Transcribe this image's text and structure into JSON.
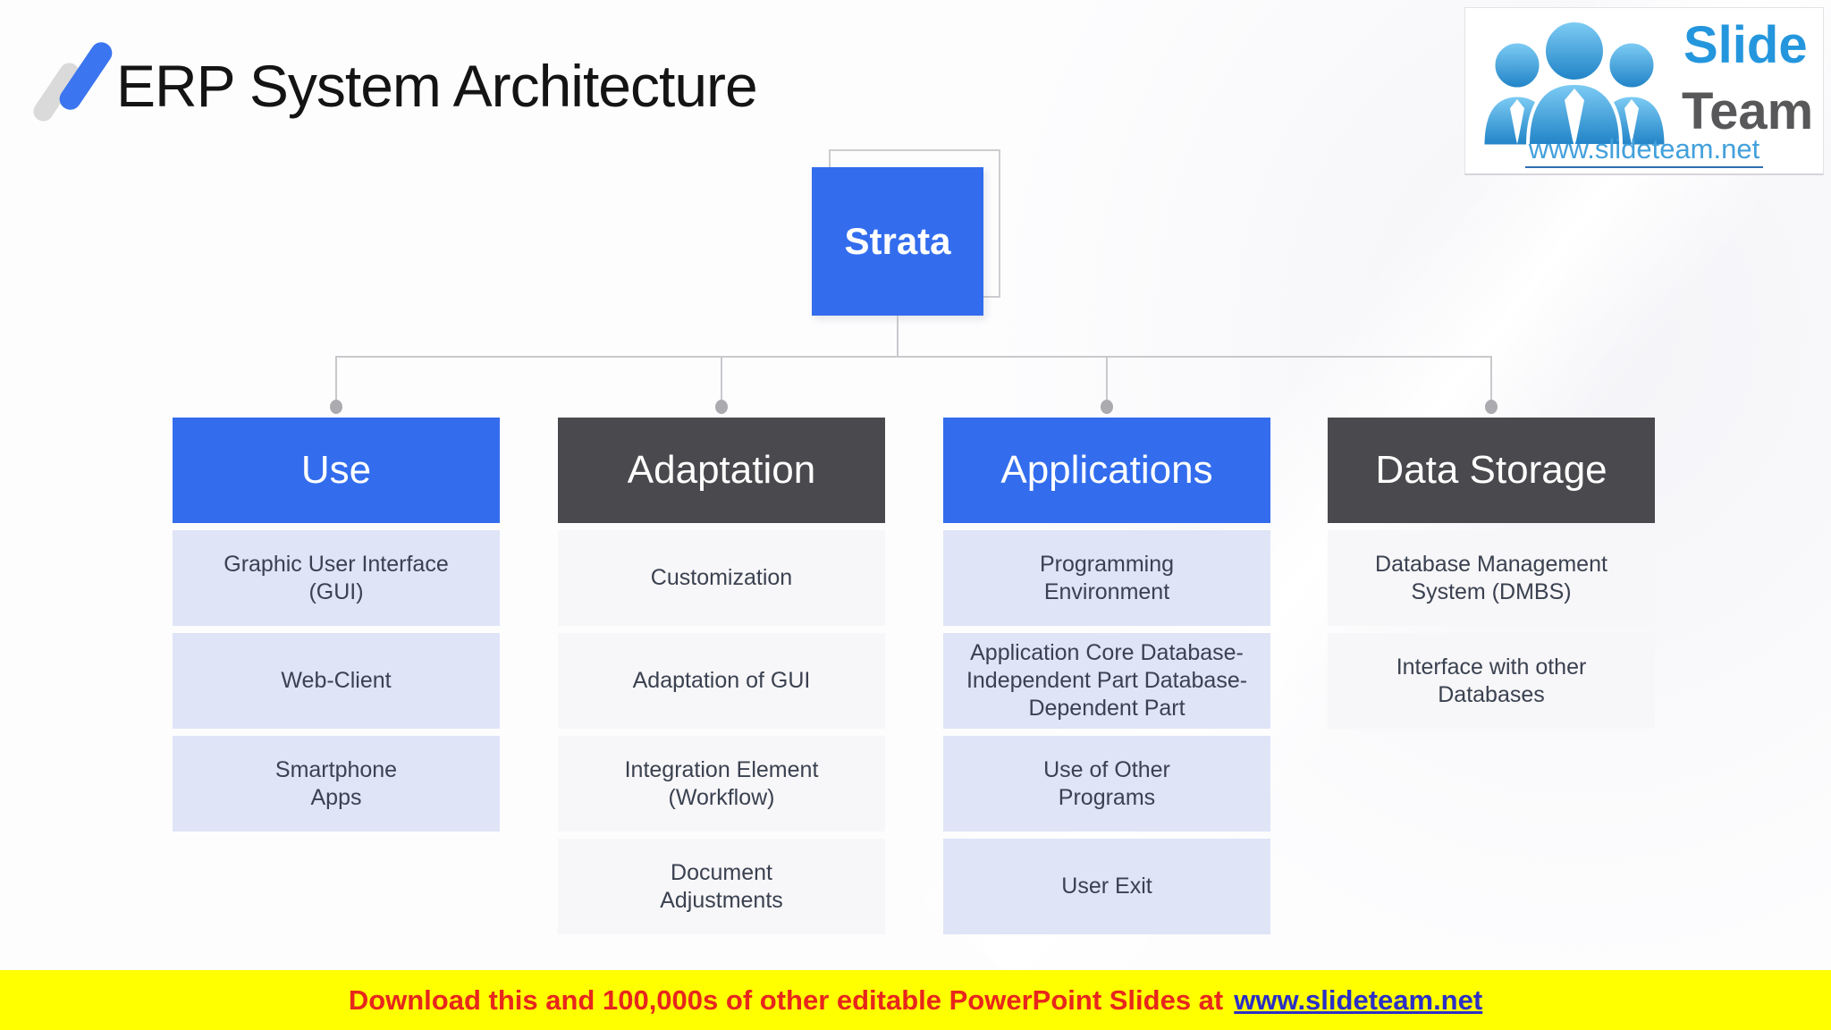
{
  "slide": {
    "title": "ERP System Architecture"
  },
  "chart": {
    "root_label": "Strata",
    "columns": [
      {
        "label": "Use",
        "theme": "blue",
        "items": [
          [
            "Graphic User Interface",
            "(GUI)"
          ],
          [
            "Web-Client"
          ],
          [
            "Smartphone",
            "Apps"
          ]
        ]
      },
      {
        "label": "Adaptation",
        "theme": "dark",
        "items": [
          [
            "Customization"
          ],
          [
            "Adaptation of GUI"
          ],
          [
            "Integration Element",
            "(Workflow)"
          ],
          [
            "Document",
            "Adjustments"
          ]
        ]
      },
      {
        "label": "Applications",
        "theme": "blue",
        "items": [
          [
            "Programming",
            "Environment"
          ],
          [
            "Application Core Database-",
            "Independent Part Database-",
            "Dependent Part"
          ],
          [
            "Use of Other",
            "Programs"
          ],
          [
            "User Exit"
          ]
        ]
      },
      {
        "label": "Data Storage",
        "theme": "dark",
        "items": [
          [
            "Database Management",
            "System (DMBS)"
          ],
          [
            "Interface with other",
            "Databases"
          ]
        ]
      }
    ]
  },
  "logo": {
    "word1": "Slide",
    "word2": "Team",
    "url": "www.slideteam.net"
  },
  "footer": {
    "message": "Download this and 100,000s of other editable PowerPoint Slides at",
    "link": "www.slideteam.net"
  },
  "colors": {
    "accent_blue": "#336DEE",
    "dark_gray": "#4A4A4E",
    "item_blue_bg": "#DFE4F7",
    "item_gray_bg": "#F7F6F8",
    "item_text": "#3A4150",
    "connector": "#C9C9CD",
    "footer_bg": "#FFFF00",
    "footer_red": "#E7261D",
    "footer_link_blue": "#2B2FC6",
    "logo_blue": "#2496DD",
    "logo_gray": "#58585A",
    "logo_url_blue": "#43A0DC"
  }
}
